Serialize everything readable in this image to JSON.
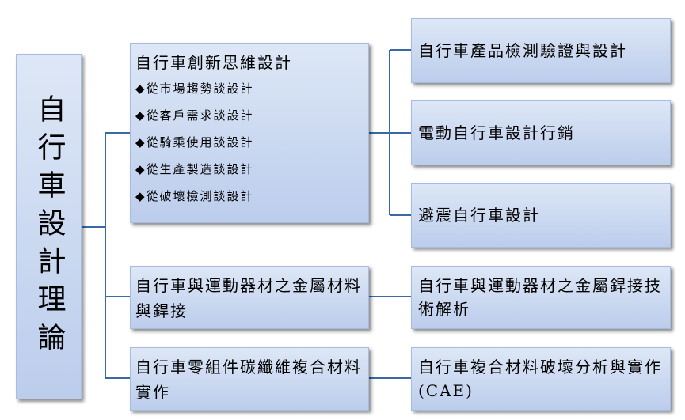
{
  "root": {
    "label": "自行車設計理論"
  },
  "branches": [
    {
      "title": "自行車創新思維設計",
      "items": [
        "◆從市場趨勢談設計",
        "◆從客戶需求談設計",
        "◆從騎乘使用談設計",
        "◆從生產製造談設計",
        "◆從破壞檢測談設計"
      ],
      "leaves": [
        "自行車產品檢測驗證與設計",
        "電動自行車設計行銷",
        "避震自行車設計"
      ]
    },
    {
      "title": "自行車與運動器材之金屬材料與銲接",
      "leaves": [
        "自行車與運動器材之金屬銲接技術解析"
      ]
    },
    {
      "title": "自行車零組件碳纖維複合材料實作",
      "leaves": [
        "自行車複合材料破壞分析與實作(CAE)"
      ]
    }
  ]
}
